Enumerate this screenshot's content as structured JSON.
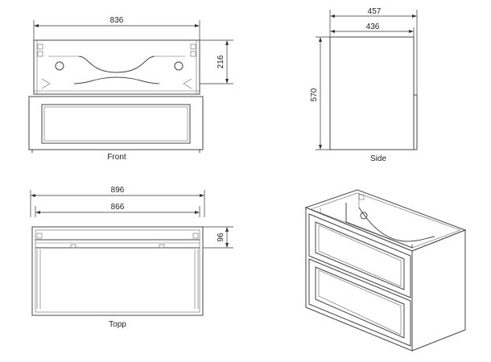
{
  "views": {
    "front": {
      "label": "Front",
      "width_dim": "836",
      "height_dim": "216"
    },
    "side": {
      "label": "Side",
      "depth_outer_dim": "457",
      "depth_inner_dim": "436",
      "height_dim": "570"
    },
    "top": {
      "label": "Topp",
      "width_outer_dim": "896",
      "width_inner_dim": "866",
      "depth_dim": "96"
    },
    "iso": {
      "label": ""
    }
  },
  "colors": {
    "line": "#444444",
    "dimension": "#333333",
    "background": "#ffffff"
  }
}
